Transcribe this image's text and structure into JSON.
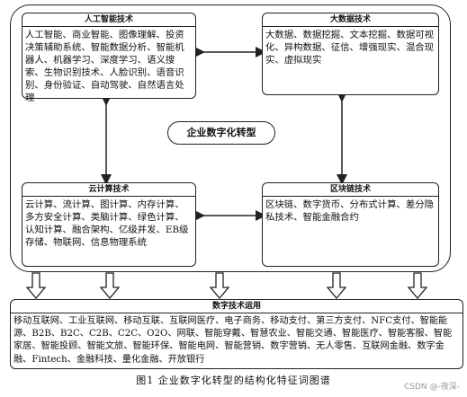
{
  "center_label": "企业数字化转型",
  "boxes": {
    "ai": {
      "title": "人工智能技术",
      "body": "人工智能、商业智能、图像理解、投资决策辅助系统、智能数据分析、智能机器人、机器学习、深度学习、语义搜索、生物识别技术、人脸识别、语音识别、身份验证、自动驾驶、自然语言处理"
    },
    "bigdata": {
      "title": "大数据技术",
      "body": "大数据、数据挖掘、文本挖掘、数据可视化、异构数据、征信、增强现实、混合现实、虚拟现实"
    },
    "cloud": {
      "title": "云计算技术",
      "body": "云计算、流计算、图计算、内存计算、多方安全计算、类脑计算、绿色计算、认知计算、融合架构、亿级并发、EB级存储、物联网、信息物理系统"
    },
    "blockchain": {
      "title": "区块链技术",
      "body": "区块链、数字货币、分布式计算、差分隐私技术、智能金融合约"
    },
    "application": {
      "title": "数字技术运用",
      "body": "移动互联网、工业互联网、移动互联、互联网医疗、电子商务、移动支付、第三方支付、NFC支付、智能能源、B2B、B2C、C2B、C2C、O2O、网联、智能穿戴、智慧农业、智能交通、智能医疗、智能客服、智能家居、智能投顾、智能文旅、智能环保、智能电网、智能营销、数字营销、无人零售、互联网金融、数字金融、Fintech、金融科技、量化金融、开放银行"
    }
  },
  "caption": "图1  企业数字化转型的结构化特征词图谱",
  "watermark": "CSDN @-夜深-"
}
